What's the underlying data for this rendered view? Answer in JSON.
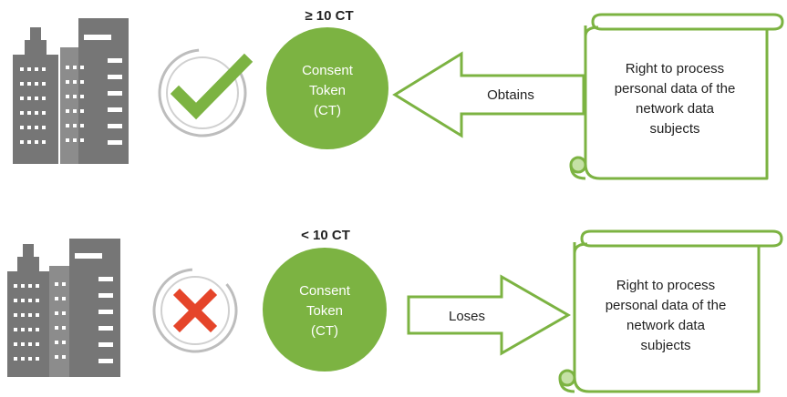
{
  "colors": {
    "green": "#7cb342",
    "building": "#767676",
    "building_light": "#8c8c8c",
    "window": "#ffffff",
    "ring": "#bdbdbd",
    "cross": "#e5452a",
    "text": "#222222"
  },
  "rows": [
    {
      "threshold": "≥ 10 CT",
      "token_lines": [
        "Consent",
        "Token",
        "(CT)"
      ],
      "status_icon": "checkmark-icon",
      "arrow_label": "Obtains",
      "arrow_direction": "left",
      "scroll_lines": [
        "Right to process",
        "personal data of the",
        "network data",
        "subjects"
      ]
    },
    {
      "threshold": "< 10 CT",
      "token_lines": [
        "Consent",
        "Token",
        "(CT)"
      ],
      "status_icon": "cross-icon",
      "arrow_label": "Loses",
      "arrow_direction": "right",
      "scroll_lines": [
        "Right to process",
        "personal data of the",
        "network data",
        "subjects"
      ]
    }
  ],
  "icons": [
    "office-buildings-icon",
    "checkmark-icon",
    "cross-icon",
    "scroll-icon"
  ]
}
